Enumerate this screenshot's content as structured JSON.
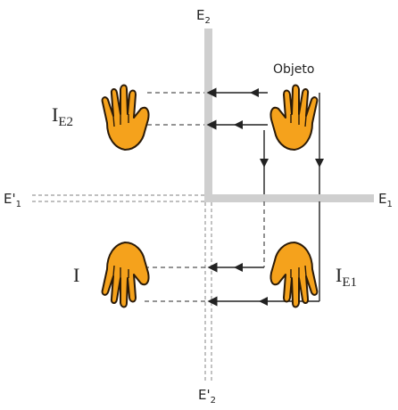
{
  "labels": {
    "mirror_e2_top": "E",
    "mirror_e2_top_sub": "2",
    "mirror_e1_right": "E",
    "mirror_e1_right_sub": "1",
    "mirror_e1_left": "E'",
    "mirror_e1_left_sub": "1",
    "mirror_e2_bottom": "E'",
    "mirror_e2_bottom_sub": "2",
    "object": "Objeto",
    "image_e2": "I",
    "image_e2_sub": "E2",
    "image_final": "I",
    "image_e1": "I",
    "image_e1_sub": "E1"
  },
  "colors": {
    "mirror": "#cfcfcf",
    "hand_fill": "#f5a21c",
    "hand_stroke": "#2a1a08",
    "ray": "#222222",
    "virtual_ray": "#555555",
    "text": "#222222"
  },
  "icons": [
    "hand-icon"
  ]
}
